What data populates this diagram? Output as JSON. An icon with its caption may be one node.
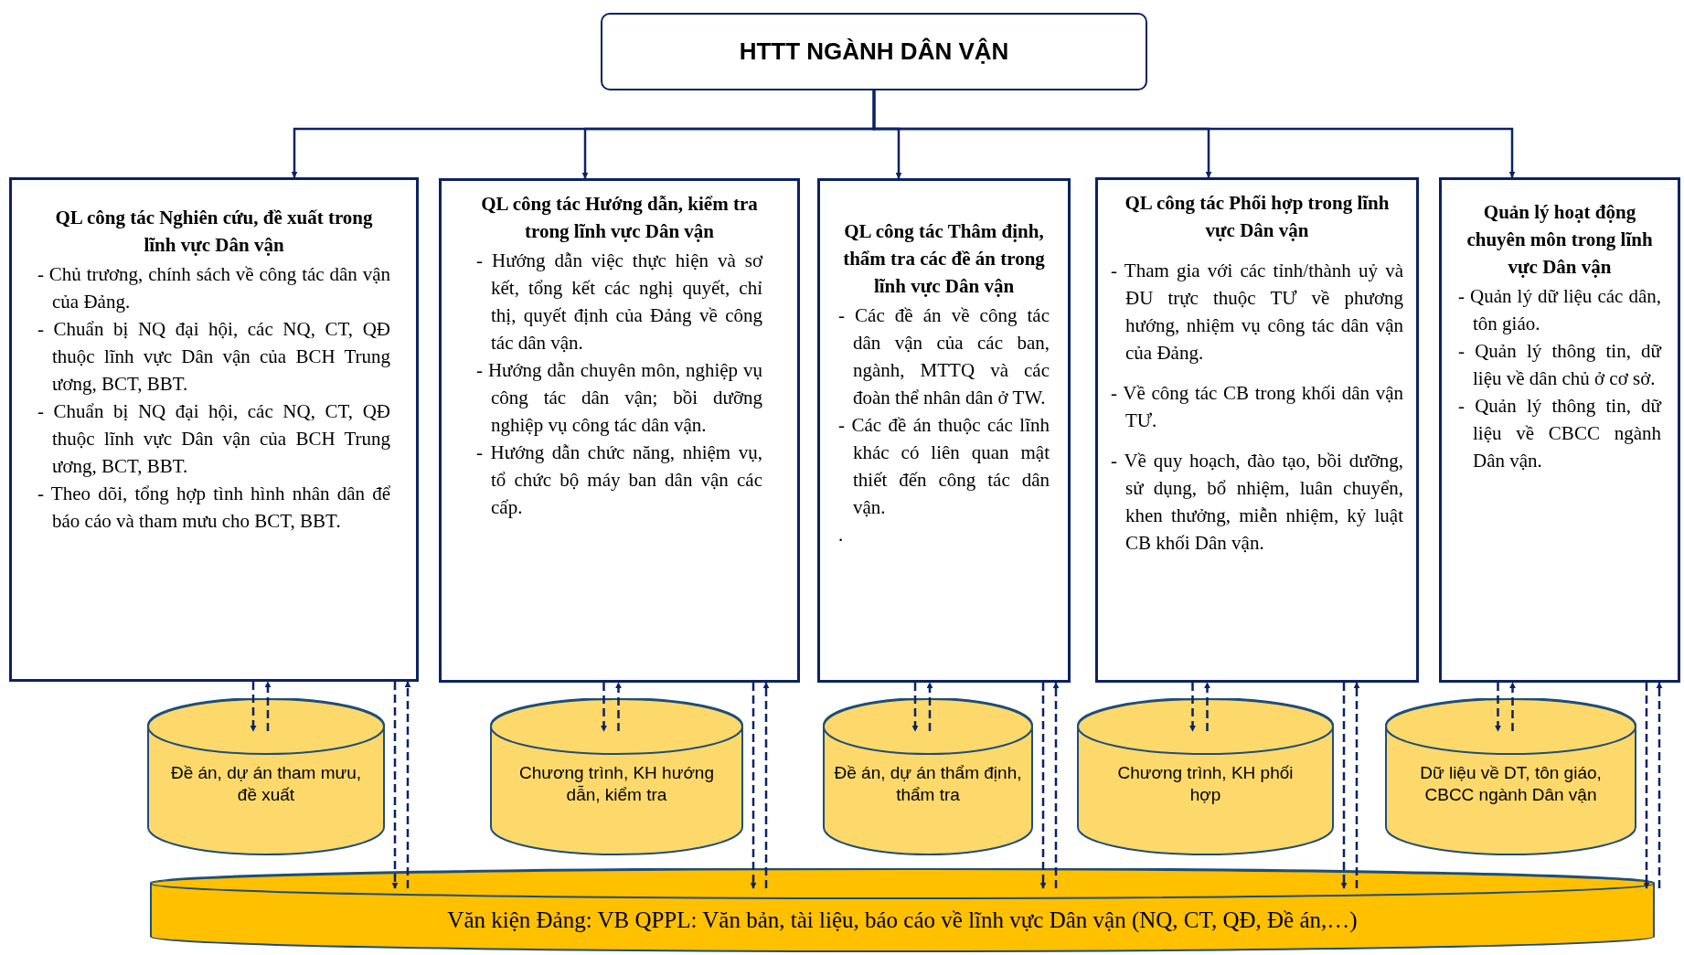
{
  "diagram": {
    "nodes": [
      {
        "text": [
          "HTTT NGÀNH DÂN VẬN"
        ]
      },
      {
        "text": [
          "QL công tác Nghiên cứu, đề xuất trong lĩnh vực Dân vận",
          "- Chủ trương, chính sách về công tác dân vận của Đảng.",
          "- Chuẩn bị NQ đại hội, các NQ, CT, QĐ thuộc lĩnh vực Dân vận của BCH Trung ương, BCT, BBT.",
          "- Chuẩn bị NQ đại hội, các NQ, CT, QĐ thuộc lĩnh vực Dân vận của BCH Trung ương, BCT, BBT.",
          "- Theo dõi, tổng hợp tình hình nhân dân để báo cáo và tham mưu cho BCT, BBT."
        ]
      },
      {
        "text": [
          "QL công tác Hướng dẫn, kiểm tra trong lĩnh vực Dân vận",
          "- Hướng dẫn việc thực hiện và sơ kết, tổng kết các nghị quyết, chỉ thị, quyết định của Đảng về công tác dân vận.",
          "- Hướng dẫn chuyên môn, nghiệp vụ công tác dân vận; bồi dưỡng nghiệp vụ công tác dân vận.",
          "- Hướng dẫn chức năng, nhiệm vụ, tổ chức bộ máy ban dân vận các cấp."
        ]
      },
      {
        "text": [
          "QL công tác Thâm định, thẩm tra các đề án trong lĩnh vực Dân vận",
          "- Các đề án về công tác dân vận của các ban, ngành, MTTQ và các đoàn thể nhân dân ở TW.",
          "- Các đề án thuộc các lĩnh khác có liên quan mật thiết đến công tác dân vận.",
          "."
        ]
      },
      {
        "text": [
          "QL công tác Phối hợp trong lĩnh vực Dân vận",
          "- Tham gia với các tỉnh/thành uỷ và ĐU trực thuộc TƯ về phương hướng, nhiệm vụ công tác dân vận của Đảng.",
          "- Về công tác CB trong khối dân vận TƯ.",
          "- Về quy hoạch, đào tạo, bồi dưỡng, sử dụng, bổ nhiệm, luân chuyển, khen thưởng, miễn nhiệm, kỷ luật CB khối Dân vận."
        ]
      },
      {
        "text": [
          "Quản lý hoạt động chuyên môn trong lĩnh vực Dân vận",
          "- Quản lý dữ liệu các dân, tôn giáo.",
          "- Quản lý thông tin, dữ liệu về dân chủ ở cơ sở.",
          "- Quản lý thông tin, dữ liệu về CBCC ngành Dân vận."
        ]
      },
      {
        "text": [
          "Đề án, dự án tham mưu, đề xuất"
        ]
      },
      {
        "text": [
          "Chương trình, KH hướng dẫn, kiểm tra"
        ]
      },
      {
        "text": [
          "Đề án, dự án thẩm định, thẩm tra"
        ]
      },
      {
        "text": [
          "Chương trình, KH phối hợp"
        ]
      },
      {
        "text": [
          "Dữ liệu về DT, tôn giáo, CBCC ngành Dân vận"
        ]
      },
      {
        "text": [
          "Văn kiện Đảng: VB QPPL: Văn bản, tài liệu, báo cáo về lĩnh vực Dân vận (NQ, CT, QĐ, Đề án,…)"
        ]
      }
    ],
    "edges": [
      {
        "from": 0,
        "to": 1,
        "arrow": "to"
      },
      {
        "from": 0,
        "to": 2,
        "arrow": "to"
      },
      {
        "from": 0,
        "to": 3,
        "arrow": "to"
      },
      {
        "from": 0,
        "to": 4,
        "arrow": "to"
      },
      {
        "from": 0,
        "to": 5,
        "arrow": "to"
      },
      {
        "from": 1,
        "to": 6,
        "arrow": "to",
        "style": "dashed"
      },
      {
        "from": 6,
        "to": 1,
        "arrow": "to",
        "style": "dashed"
      },
      {
        "from": 1,
        "to": 11,
        "arrow": "to",
        "style": "dashed"
      },
      {
        "from": 11,
        "to": 1,
        "arrow": "to",
        "style": "dashed"
      },
      {
        "from": 2,
        "to": 7,
        "arrow": "to",
        "style": "dashed"
      },
      {
        "from": 7,
        "to": 2,
        "arrow": "to",
        "style": "dashed"
      },
      {
        "from": 2,
        "to": 11,
        "arrow": "to",
        "style": "dashed"
      },
      {
        "from": 11,
        "to": 2,
        "arrow": "to",
        "style": "dashed"
      },
      {
        "from": 3,
        "to": 8,
        "arrow": "to",
        "style": "dashed"
      },
      {
        "from": 8,
        "to": 3,
        "arrow": "to",
        "style": "dashed"
      },
      {
        "from": 3,
        "to": 11,
        "arrow": "to",
        "style": "dashed"
      },
      {
        "from": 11,
        "to": 3,
        "arrow": "to",
        "style": "dashed"
      },
      {
        "from": 4,
        "to": 9,
        "arrow": "to",
        "style": "dashed"
      },
      {
        "from": 9,
        "to": 4,
        "arrow": "to",
        "style": "dashed"
      },
      {
        "from": 4,
        "to": 11,
        "arrow": "to",
        "style": "dashed"
      },
      {
        "from": 11,
        "to": 4,
        "arrow": "to",
        "style": "dashed"
      },
      {
        "from": 5,
        "to": 10,
        "arrow": "to",
        "style": "dashed"
      },
      {
        "from": 10,
        "to": 5,
        "arrow": "to",
        "style": "dashed"
      },
      {
        "from": 5,
        "to": 11,
        "arrow": "to",
        "style": "dashed"
      },
      {
        "from": 11,
        "to": 5,
        "arrow": "to",
        "style": "dashed"
      }
    ]
  }
}
